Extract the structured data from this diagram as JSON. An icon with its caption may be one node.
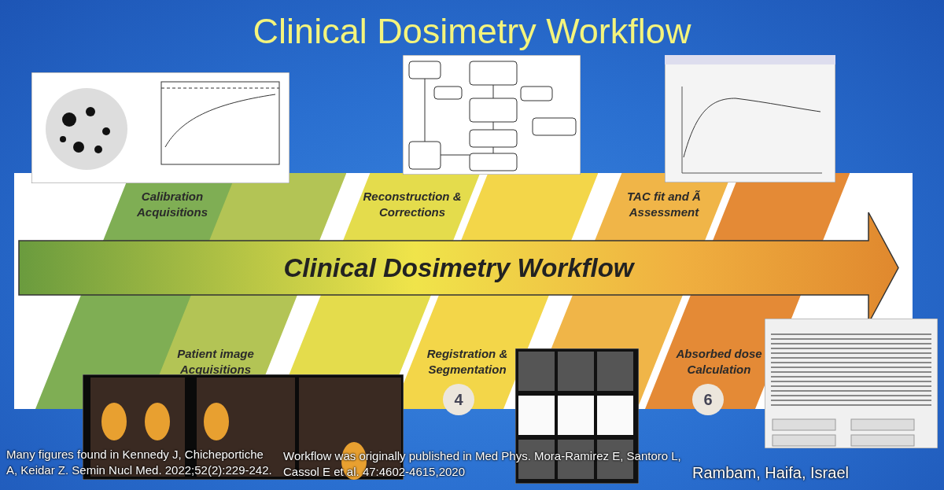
{
  "diagram": {
    "title": "Clinical Dosimetry Workflow",
    "nodes": [
      {
        "text": [
          "Calibration Acquisitions"
        ]
      },
      {
        "text": [
          "Patient image Acquisitions"
        ]
      },
      {
        "text": [
          "Reconstruction & Corrections"
        ]
      },
      {
        "text": [
          "Registration & Segmentation"
        ]
      },
      {
        "text": [
          "TAC fit and Ã Assessment"
        ]
      },
      {
        "text": [
          "Absorbed dose Calculation"
        ]
      },
      {
        "text": [
          "Clinical Dosimetry Workflow"
        ]
      },
      {
        "text": [
          "4"
        ]
      },
      {
        "text": [
          "6"
        ]
      },
      {
        "text": [],
        "shape": "picture"
      },
      {
        "text": [],
        "shape": "picture"
      },
      {
        "text": [],
        "shape": "picture"
      },
      {
        "text": [],
        "shape": "picture"
      },
      {
        "text": [],
        "shape": "picture"
      },
      {
        "text": [],
        "shape": "picture"
      },
      {
        "text": [],
        "shape": "parallelogram"
      },
      {
        "text": [],
        "shape": "parallelogram"
      },
      {
        "text": [],
        "shape": "parallelogram"
      },
      {
        "text": [],
        "shape": "parallelogram"
      },
      {
        "text": [],
        "shape": "parallelogram"
      },
      {
        "text": [],
        "shape": "parallelogram"
      }
    ],
    "labels": [
      "Many figures found in Kennedy J, Chicheportiche A, Keidar Z. Semin Nucl Med. 2022;52(2):229-242.",
      "Workflow was originally published in Med Phys. Mora-Ramirez E, Santoro L, Cassol E et al. 47:4602-4615,2020",
      "Rambam, Haifa, Israel"
    ]
  }
}
